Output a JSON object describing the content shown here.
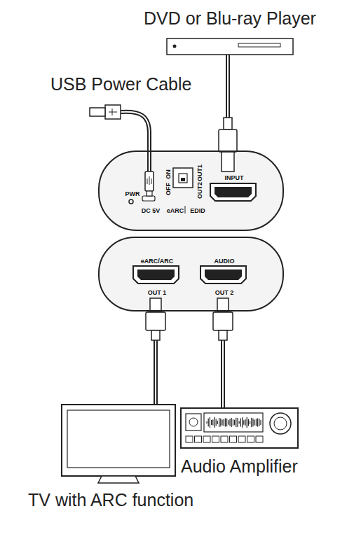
{
  "diagram": {
    "nodes": [
      {
        "text": [
          "DVD or Blu-ray Player"
        ]
      },
      {
        "text": [
          "PWR",
          "DC 5V",
          "eARC",
          "EDID",
          "OFF",
          "ON",
          "OUT1",
          "OUT2",
          "INPUT"
        ]
      },
      {
        "text": [
          "eARC/ARC",
          "AUDIO",
          "OUT 1",
          "OUT 2"
        ]
      },
      {
        "text": [
          "TV with ARC function"
        ]
      },
      {
        "text": [
          "Audio Amplifier"
        ]
      }
    ],
    "edges": [
      {
        "from": 0,
        "to": 1,
        "arrow": "none"
      },
      {
        "from": 2,
        "to": 3,
        "arrow": "none"
      },
      {
        "from": 2,
        "to": 4,
        "arrow": "none"
      }
    ],
    "labels": [
      "USB Power Cable"
    ]
  }
}
